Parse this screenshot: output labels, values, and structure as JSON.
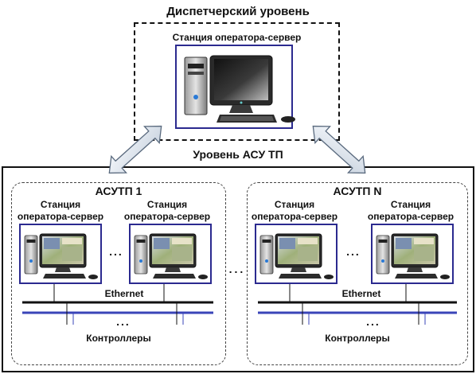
{
  "dispatcher": {
    "title": "Диспетчерский уровень",
    "station_label": "Станция оператора-сервер"
  },
  "acs": {
    "title": "Уровень АСУ ТП"
  },
  "groups": [
    {
      "title": "АСУТП 1",
      "stations": [
        "Станция\nоператора-сервер",
        "Станция\nоператора-сервер"
      ],
      "network": "Ethernet",
      "controllers": "Контроллеры",
      "ellipsis": "..."
    },
    {
      "title": "АСУТП N",
      "stations": [
        "Станция\nоператора-сервер",
        "Станция\nоператора-сервер"
      ],
      "network": "Ethernet",
      "controllers": "Контроллеры",
      "ellipsis": "..."
    }
  ],
  "between_groups": "...",
  "colors": {
    "station_frame": "#2b2a8f",
    "bus_blue": "#3a44b8",
    "arrow_fill": "#dfe6ef",
    "arrow_stroke": "#5a6a7e"
  },
  "icons": [
    "desktop-computer-icon",
    "bidirectional-arrow-icon"
  ]
}
